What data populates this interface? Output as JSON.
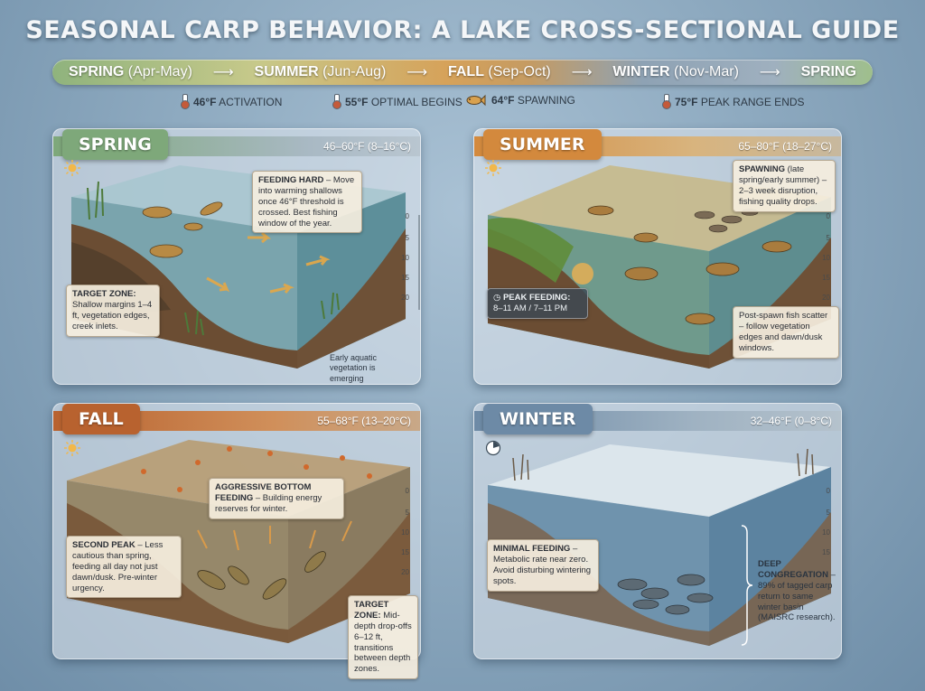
{
  "title": "SEASONAL CARP BEHAVIOR: A LAKE CROSS-SECTIONAL GUIDE",
  "timeline": [
    {
      "season": "SPRING",
      "months": " (Apr-May)"
    },
    {
      "season": "SUMMER",
      "months": " (Jun-Aug)"
    },
    {
      "season": "FALL",
      "months": " (Sep-Oct)"
    },
    {
      "season": "WINTER",
      "months": " (Nov-Mar)"
    },
    {
      "season": "SPRING",
      "months": ""
    }
  ],
  "timeline_arrow": "⟶",
  "thresholds": [
    {
      "value": "46°F",
      "label": "ACTIVATION",
      "icon": "thermometer-icon"
    },
    {
      "value": "55°F",
      "label": "OPTIMAL BEGINS",
      "icon": "thermometer-icon"
    },
    {
      "value": "64°F",
      "label": "SPAWNING",
      "icon": "fish-icon"
    },
    {
      "value": "75°F",
      "label": "PEAK RANGE ENDS",
      "icon": "thermometer-icon"
    }
  ],
  "depth_scale": [
    "0",
    "5",
    "10",
    "15",
    "20"
  ],
  "colors": {
    "spring": "#7ea87a",
    "summer": "#d3893d",
    "fall": "#b8622f",
    "winter": "#6d8aa6"
  },
  "panels": {
    "spring": {
      "name": "SPRING",
      "temp": "46–60°F (8–16°C)",
      "callout1_head": "FEEDING HARD",
      "callout1_body": " – Move into warming shallows once 46°F threshold is crossed. Best fishing window of the year.",
      "callout2_head": "TARGET ZONE:",
      "callout2_body": " Shallow margins 1–4 ft, vegetation edges, creek inlets.",
      "callout3": "Early aquatic vegetation is emerging"
    },
    "summer": {
      "name": "SUMMER",
      "temp": "65–80°F (18–27°C)",
      "callout1_head": "SPAWNING",
      "callout1_body": " (late spring/early summer) – 2–3 week disruption, fishing quality drops.",
      "callout2_head": "PEAK FEEDING:",
      "callout2_body": "8–11 AM / 7–11 PM",
      "callout3": "Post-spawn fish scatter – follow vegetation edges and dawn/dusk windows."
    },
    "fall": {
      "name": "FALL",
      "temp": "55–68°F (13–20°C)",
      "callout1_head": "AGGRESSIVE BOTTOM FEEDING",
      "callout1_body": " – Building energy reserves for winter.",
      "callout2_head": "SECOND PEAK",
      "callout2_body": " – Less cautious than spring, feeding all day not just dawn/dusk. Pre-winter urgency.",
      "callout3_head": "TARGET ZONE:",
      "callout3_body": " Mid-depth drop-offs 6–12 ft, transitions between depth zones."
    },
    "winter": {
      "name": "WINTER",
      "temp": "32–46°F (0–8°C)",
      "callout1_head": "MINIMAL FEEDING",
      "callout1_body": " – Metabolic rate near zero. Avoid disturbing wintering spots.",
      "callout2_head": "DEEP CONGREGATION",
      "callout2_body": " – 89% of tagged carp return to same winter basin (MAISRC research)."
    }
  }
}
